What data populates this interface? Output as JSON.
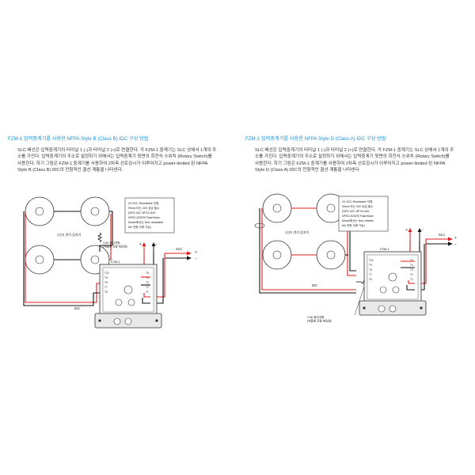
{
  "panels": [
    {
      "title": "FZM-1 입력중계기를 사용한 NFPA Style B (Class B) IDC 구성 방법",
      "body": "SLC 배선은 입력중계기의 터미널 1 (-)과 터미널 2 (+)로 연결한다. 각 FZM-1 중계기는 SLC 상에서 1개의 주소를 가진다. 입력중계기의 주소로 설정하기 위해서는 입력중계기 뒷면의 회전식 스위치 (Rotary Switch)를 사용한다. 하기 그림은 FZM-1 중계기를 사용하여 2차측 선로감시가 이루어지고 power-limited 된 NFPA Style B (Class B) IDC의 전형적인 결선 계통을 나타낸다.",
      "power_note": [
        "24 VDC Resettable 전원,",
        "90mA 또는 24V 공급 필수",
        "(NFS-320, NFS2-640,",
        "NFS2-3030의 FlashScan",
        "Model에서는 Non-resettable",
        "ble 전원 사용 가능)"
      ],
      "detector_label": "2선식 연기 감지기",
      "resistor_label": [
        "3.9K 종단저항",
        "(제품에 포함 제공됨)"
      ],
      "module_label": "FZM-1",
      "slc_label": "SLC",
      "idc_label": "IDC",
      "terminals": [
        "T10",
        "T9",
        "T8",
        "T7",
        "T6",
        "T5",
        "T4",
        "T3",
        "T2",
        "T1"
      ]
    },
    {
      "title": "FZM-1 입력중계기를 사용한 NFPA Style D (Class A) IDC 구성 방법",
      "body": "SLC 배선은 입력중계기의 터미널 1 (-)과 터미널 2 (+)로 연결한다. 각 FZM-1 중계기는 SLC 상에서 1개의 주소를 가진다. 입력중계기의 주소로 설정하기 위해서는 입력중계기 뒷면의 회전식 스위치 (Rotary Switch)를 사용한다. 하기 그림은 FZM-1 중계기를 사용하여 2차측 선로감시가 이루어지고 power-limited 된 NFPA Style D (Class A) IDC의 전형적인 결선 계통을 나타낸다.",
      "power_note": [
        "24 VDC Resettable 전원,",
        "90mA 또는 24V 공급 필수",
        "(NFS-320, NFS2-640,",
        "NFS2-3030의 FlashScan",
        "Model에서는 Non-resetta-",
        "ble 전원 사용 가능)"
      ],
      "detector_label": "2선식 연기 감지기",
      "resistor_label": [
        "3.9K 종단저항",
        "(제품에 포함 제공됨)"
      ],
      "module_label": "FZM-1",
      "slc_label": "SLC",
      "idc_label": "IDC",
      "terminals": [
        "T10",
        "T9",
        "T8",
        "T7",
        "T6",
        "T5",
        "T4",
        "T3",
        "T2",
        "T1"
      ]
    }
  ],
  "symbols": {
    "plus": "+",
    "minus": "−"
  },
  "colors": {
    "title": "#1e90d6",
    "wire_red": "#e01b1b",
    "wire_black": "#111111",
    "detector": "#333333"
  }
}
